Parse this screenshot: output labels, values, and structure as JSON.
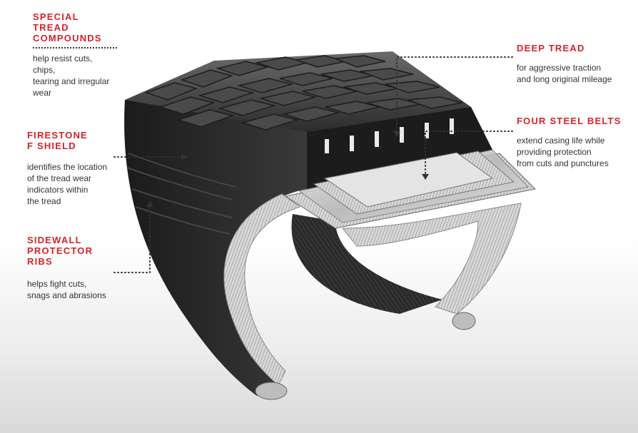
{
  "callouts": {
    "special_tread": {
      "title": "SPECIAL TREAD\nCOMPOUNDS",
      "desc": "help resist cuts, chips,\ntearing and irregular wear"
    },
    "deep_tread": {
      "title": "DEEP TREAD",
      "desc": "for aggressive traction\nand long original mileage"
    },
    "four_steel_belts": {
      "title": "FOUR STEEL BELTS",
      "desc": "extend casing life while\nproviding protection\nfrom cuts and punctures"
    },
    "f_shield": {
      "title": "FIRESTONE\nF SHIELD",
      "desc": "identifies the location\nof the tread wear\nindicators within\nthe tread"
    },
    "sidewall_ribs": {
      "title": "SIDEWALL\nPROTECTOR\nRIBS",
      "desc": "helps fight cuts,\nsnags and abrasions"
    }
  },
  "colors": {
    "accent": "#d6222a",
    "text": "#333333",
    "rubber": "#2a2a2a",
    "steel": "#c8c8c8"
  }
}
